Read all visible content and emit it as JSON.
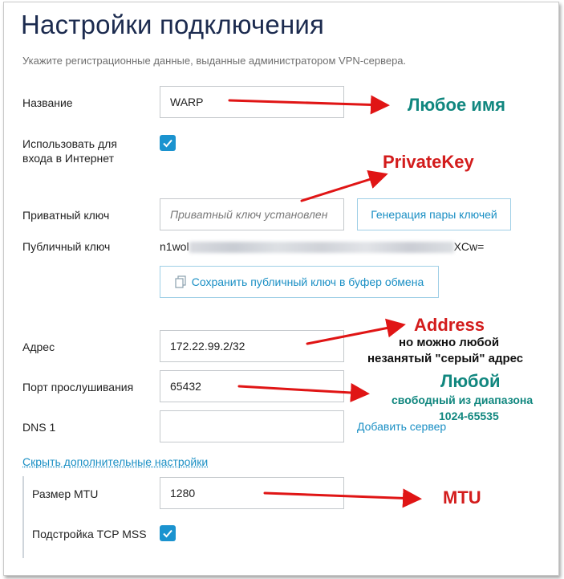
{
  "page": {
    "title": "Настройки подключения",
    "subtitle": "Укажите регистрационные данные, выданные администратором VPN-сервера."
  },
  "fields": {
    "name_label": "Название",
    "name_value": "WARP",
    "use_internet_label_1": "Использовать для",
    "use_internet_label_2": "входа в Интернет",
    "use_internet_checked": true,
    "private_key_label": "Приватный ключ",
    "private_key_placeholder": "Приватный ключ установлен",
    "generate_button": "Генерация пары ключей",
    "public_key_label": "Публичный ключ",
    "public_key_prefix": "n1wol",
    "public_key_suffix": "XCw=",
    "copy_button": "Сохранить публичный ключ в буфер обмена",
    "address_label": "Адрес",
    "address_value": "172.22.99.2/32",
    "port_label": "Порт прослушивания",
    "port_value": "65432",
    "dns_label": "DNS 1",
    "dns_value": "",
    "add_server_link": "Добавить сервер",
    "hide_advanced_link": "Скрыть дополнительные настройки",
    "mtu_label": "Размер MTU",
    "mtu_value": "1280",
    "tcp_mss_label": "Подстройка TCP MSS",
    "tcp_mss_checked": true
  },
  "annotations": {
    "any_name": "Любое имя",
    "private_key": "PrivateKey",
    "address": "Address",
    "address_note_1": "но можно любой",
    "address_note_2": "незанятый \"серый\" адрес",
    "port_any": "Любой",
    "port_note_1": "свободный из диапазона",
    "port_note_2": "1024-65535",
    "mtu": "MTU"
  },
  "colors": {
    "accent": "#1a8fc4",
    "checkbox": "#1b93cf",
    "title": "#1c2b4f",
    "annotation_red": "#d31c1c",
    "annotation_teal": "#11877f",
    "arrow": "#e01515"
  },
  "icons": {
    "checkbox": "checkmark-icon",
    "copy": "copy-icon",
    "arrow": "red-arrow"
  }
}
